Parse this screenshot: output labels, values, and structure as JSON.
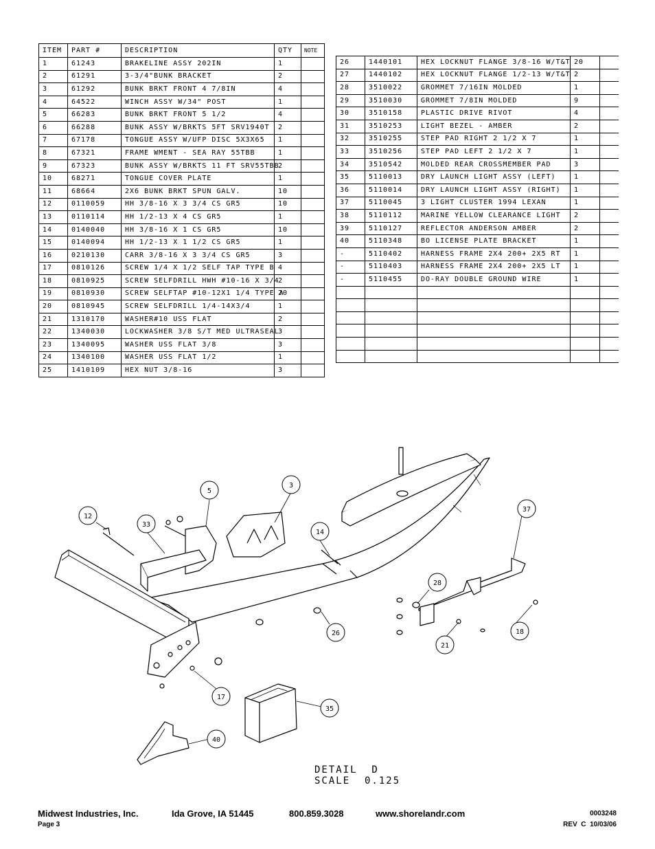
{
  "left_table": {
    "headers": [
      "ITEM",
      "PART #",
      "DESCRIPTION",
      "QTY",
      "NOTE"
    ],
    "rows": [
      [
        "1",
        "61243",
        "BRAKELINE ASSY  202IN",
        "1",
        ""
      ],
      [
        "2",
        "61291",
        "3-3/4\"BUNK BRACKET",
        "2",
        ""
      ],
      [
        "3",
        "61292",
        "BUNK BRKT FRONT 4 7/8IN",
        "4",
        ""
      ],
      [
        "4",
        "64522",
        "WINCH ASSY W/34\" POST",
        "1",
        ""
      ],
      [
        "5",
        "66283",
        "BUNK BRKT FRONT 5 1/2",
        "4",
        ""
      ],
      [
        "6",
        "66288",
        "BUNK ASSY W/BRKTS 5FT SRV1940T",
        "2",
        ""
      ],
      [
        "7",
        "67178",
        "TONGUE ASSY W/UFP DISC 5X3X65",
        "1",
        ""
      ],
      [
        "8",
        "67321",
        "FRAME WMENT - SEA RAY 55TBB",
        "1",
        ""
      ],
      [
        "9",
        "67323",
        "BUNK ASSY W/BRKTS 11 FT SRV55TBB",
        "2",
        ""
      ],
      [
        "10",
        "68271",
        "TONGUE COVER PLATE",
        "1",
        ""
      ],
      [
        "11",
        "68664",
        "2X6 BUNK BRKT SPUN GALV.",
        "10",
        ""
      ],
      [
        "12",
        "0110059",
        "HH 3/8-16 X 3 3/4 CS GR5",
        "10",
        ""
      ],
      [
        "13",
        "0110114",
        "HH 1/2-13 X 4 CS GR5",
        "1",
        ""
      ],
      [
        "14",
        "0140040",
        "HH 3/8-16 X 1 CS GR5",
        "10",
        ""
      ],
      [
        "15",
        "0140094",
        "HH 1/2-13 X 1 1/2 CS GR5",
        "1",
        ""
      ],
      [
        "16",
        "0210130",
        "CARR 3/8-16 X 3 3/4 CS GR5",
        "3",
        ""
      ],
      [
        "17",
        "0810126",
        "SCREW 1/4 X 1/2 SELF TAP TYPE B",
        "4",
        ""
      ],
      [
        "18",
        "0810925",
        "SCREW SELFDRILL HWH #10-16 X 3/4",
        "2",
        ""
      ],
      [
        "19",
        "0810930",
        "SCREW SELFTAP #10-12X1 1/4 TYPE A",
        "20",
        ""
      ],
      [
        "20",
        "0810945",
        "SCREW SELFDRILL  1/4-14X3/4",
        "1",
        ""
      ],
      [
        "21",
        "1310170",
        "WASHER#10 USS FLAT",
        "2",
        ""
      ],
      [
        "22",
        "1340030",
        "LOCKWASHER 3/8 S/T MED ULTRASEAL",
        "3",
        ""
      ],
      [
        "23",
        "1340095",
        "WASHER USS FLAT 3/8",
        "3",
        ""
      ],
      [
        "24",
        "1340100",
        "WASHER USS FLAT 1/2",
        "1",
        ""
      ],
      [
        "25",
        "1410109",
        "HEX NUT 3/8-16",
        "3",
        ""
      ]
    ]
  },
  "right_table": {
    "rows": [
      [
        "26",
        "1440101",
        "HEX LOCKNUT FLANGE 3/8-16 W/T&T",
        "20",
        ""
      ],
      [
        "27",
        "1440102",
        "HEX LOCKNUT FLANGE 1/2-13 W/T&T",
        "2",
        ""
      ],
      [
        "28",
        "3510022",
        "GROMMET  7/16IN MOLDED",
        "1",
        ""
      ],
      [
        "29",
        "3510030",
        "GROMMET  7/8IN MOLDED",
        "9",
        ""
      ],
      [
        "30",
        "3510158",
        "PLASTIC DRIVE RIVOT",
        "4",
        ""
      ],
      [
        "31",
        "3510253",
        "LIGHT BEZEL - AMBER",
        "2",
        ""
      ],
      [
        "32",
        "3510255",
        "STEP PAD  RIGHT  2 1/2 X  7",
        "1",
        ""
      ],
      [
        "33",
        "3510256",
        "STEP PAD  LEFT  2 1/2 X  7",
        "1",
        ""
      ],
      [
        "34",
        "3510542",
        "MOLDED REAR CROSSMEMBER PAD",
        "3",
        ""
      ],
      [
        "35",
        "5110013",
        "DRY LAUNCH LIGHT ASSY (LEFT)",
        "1",
        ""
      ],
      [
        "36",
        "5110014",
        "DRY LAUNCH LIGHT ASSY (RIGHT)",
        "1",
        ""
      ],
      [
        "37",
        "5110045",
        "3 LIGHT CLUSTER  1994  LEXAN",
        "1",
        ""
      ],
      [
        "38",
        "5110112",
        "MARINE YELLOW CLEARANCE LIGHT",
        "2",
        ""
      ],
      [
        "39",
        "5110127",
        "REFLECTOR ANDERSON AMBER",
        "2",
        ""
      ],
      [
        "40",
        "5110348",
        "BO LICENSE PLATE BRACKET",
        "1",
        ""
      ],
      [
        "-",
        "5110402",
        "HARNESS   FRAME 2X4 200+ 2X5 RT",
        "1",
        ""
      ],
      [
        "-",
        "5110403",
        "HARNESS   FRAME 2X4 200+ 2X5 LT",
        "1",
        ""
      ],
      [
        "-",
        "5110455",
        "DO-RAY DOUBLE GROUND WIRE",
        "1",
        ""
      ],
      [
        "",
        "",
        "",
        "",
        ""
      ],
      [
        "",
        "",
        "",
        "",
        ""
      ],
      [
        "",
        "",
        "",
        "",
        ""
      ],
      [
        "",
        "",
        "",
        "",
        ""
      ],
      [
        "",
        "",
        "",
        "",
        ""
      ],
      [
        "",
        "",
        "",
        "",
        ""
      ]
    ]
  },
  "diagram": {
    "callouts": [
      "5",
      "3",
      "12",
      "33",
      "14",
      "37",
      "28",
      "26",
      "21",
      "18",
      "17",
      "35",
      "40"
    ],
    "detail_title": "DETAIL  D",
    "detail_scale": "SCALE  0.125"
  },
  "footer": {
    "company": "Midwest Industries, Inc.",
    "location": "Ida Grove, IA  51445",
    "phone": "800.859.3028",
    "website": "www.shorelandr.com",
    "doc_number": "0003248",
    "page": "Page 3",
    "revision": "REV  C  10/03/06"
  }
}
